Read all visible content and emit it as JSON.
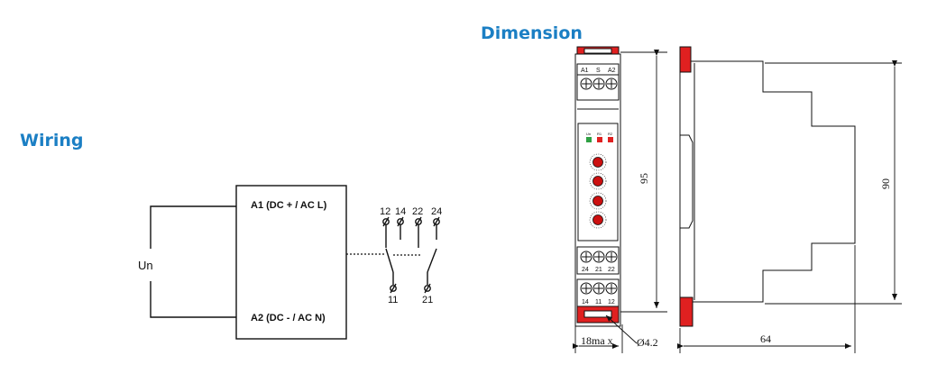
{
  "headings": {
    "wiring": "Wiring",
    "dimension": "Dimension"
  },
  "wiring": {
    "supply_label": "Un",
    "a1_label": "A1 (DC + / AC L)",
    "a2_label": "A2 (DC - / AC N)",
    "top_terminals": [
      "12",
      "14",
      "22",
      "24"
    ],
    "bottom_terminals": [
      "11",
      "21"
    ]
  },
  "front_view": {
    "top_terminals": [
      "A1",
      "S",
      "A2"
    ],
    "middle_terminals": [
      "24",
      "21",
      "22"
    ],
    "bottom_terminals": [
      "14",
      "11",
      "12"
    ],
    "leds": [
      {
        "label": "Un",
        "color": "#2ea043"
      },
      {
        "label": "R1",
        "color": "#e02020"
      },
      {
        "label": "R2",
        "color": "#e02020"
      }
    ]
  },
  "dimensions": {
    "front_height": "95",
    "side_height": "90",
    "width": "18ma x",
    "hole": "Ø4.2",
    "depth": "64"
  },
  "colors": {
    "heading": "#1b7fc4",
    "clip_red": "#e02020",
    "knob": "#cc1010"
  }
}
